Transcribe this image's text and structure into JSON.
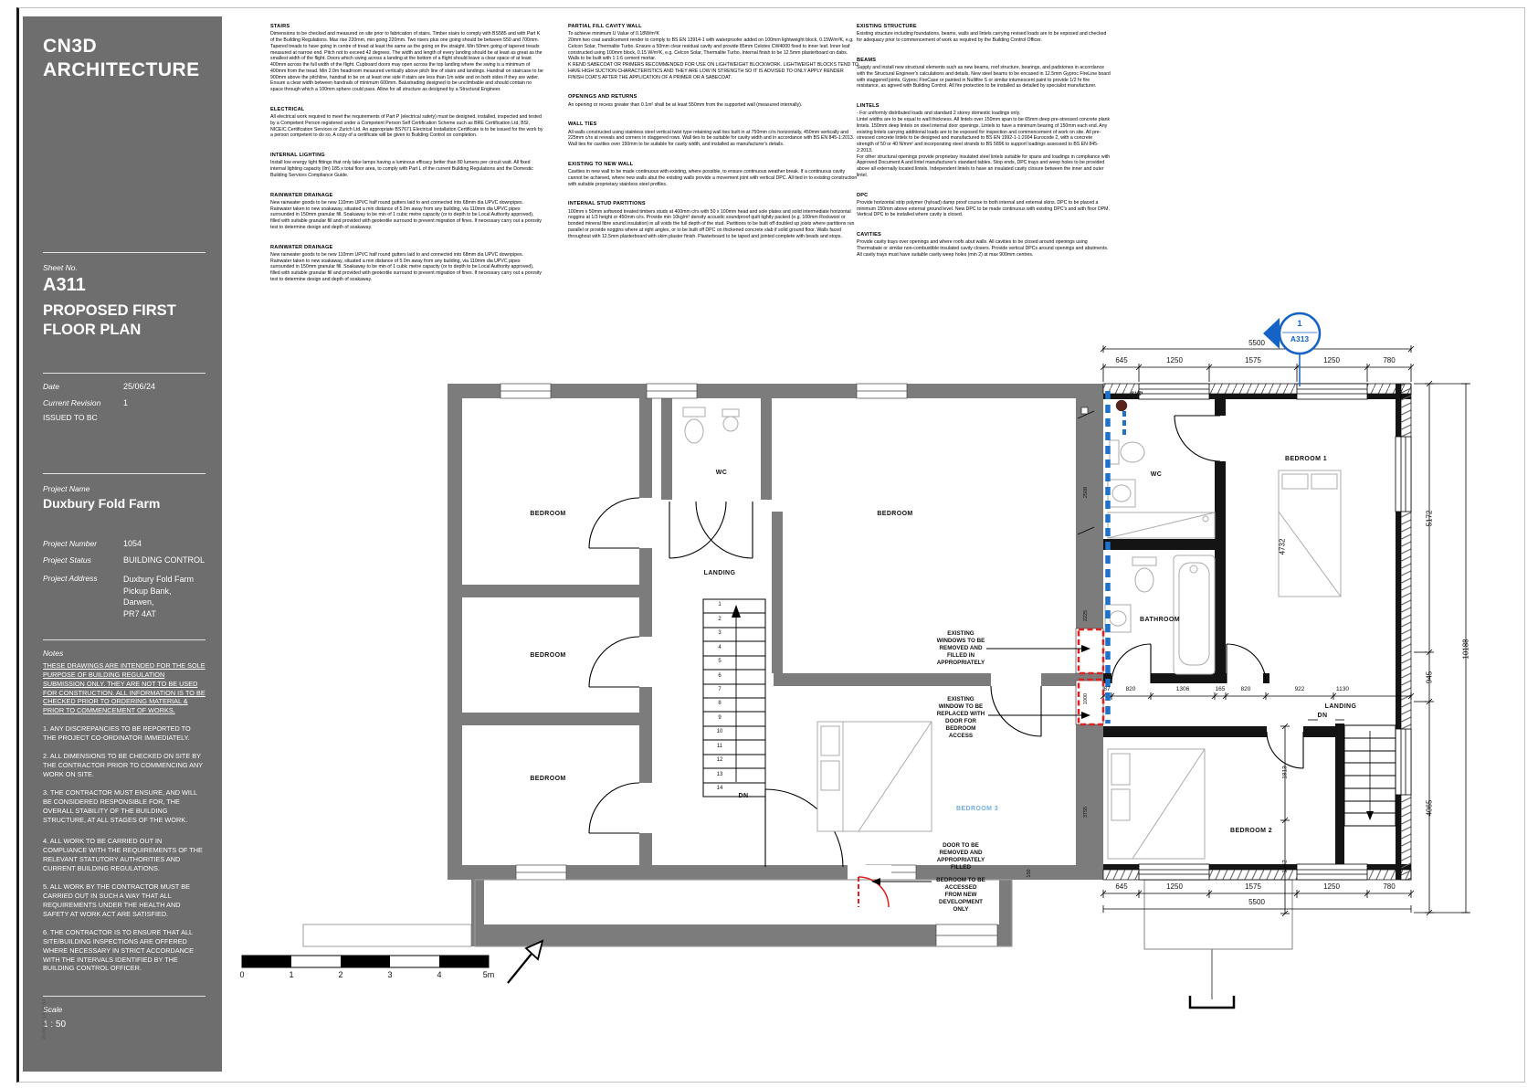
{
  "title_block": {
    "logo_line1": "CN3D",
    "logo_line2": "ARCHITECTURE",
    "sheet_no_label": "Sheet No.",
    "sheet_no": "A311",
    "sheet_title": "PROPOSED FIRST FLOOR PLAN",
    "date_label": "Date",
    "date": "25/06/24",
    "revision_label": "Current Revision",
    "revision": "1",
    "issued_to": "ISSUED TO BC",
    "project_name_label": "Project Name",
    "project_name": "Duxbury Fold Farm",
    "project_number_label": "Project Number",
    "project_number": "1054",
    "project_status_label": "Project Status",
    "project_status": "BUILDING CONTROL",
    "project_address_label": "Project Address",
    "project_address": "Duxbury Fold Farm\nPickup Bank,\nDarwen,\nPR7 4AT",
    "notes_label": "Notes",
    "notes_intro": "THESE DRAWINGS ARE INTENDED FOR THE SOLE PURPOSE OF BUILDING REGULATION SUBMISSION ONLY. THEY ARE NOT TO BE USED FOR CONSTRUCTION. ALL INFORMATION IS TO BE CHECKED PRIOR TO ORDERING MATERIAL & PRIOR TO COMMENCEMENT OF WORKS.",
    "notes": [
      "1. ANY DISCREPANCIES TO BE REPORTED TO THE PROJECT CO-ORDINATOR IMMEDIATELY.",
      "2. ALL DIMENSIONS TO BE CHECKED ON SITE BY THE CONTRACTOR PRIOR TO COMMENCING ANY WORK ON SITE.",
      "3. THE CONTRACTOR MUST ENSURE, AND WILL BE CONSIDERED RESPONSIBLE FOR, THE OVERALL STABILITY OF THE BUILDING STRUCTURE, AT ALL STAGES OF THE WORK.",
      "4. ALL WORK TO BE CARRIED OUT IN COMPLIANCE WITH THE REQUIREMENTS OF THE RELEVANT STATUTORY AUTHORITIES AND CURRENT BUILDING REGULATIONS.",
      "5. ALL WORK BY THE CONTRACTOR MUST BE CARRIED OUT IN SUCH A WAY THAT ALL REQUIREMENTS UNDER THE HEALTH AND SAFETY AT WORK ACT ARE SATISFIED.",
      "6. THE CONTRACTOR IS TO ENSURE THAT ALL SITE/BUILDING INSPECTIONS ARE OFFERED WHERE NECESSARY IN STRICT ACCORDANCE WITH THE INTERVALS IDENTIFIED BY THE BUILDING CONTROL OFFICER."
    ],
    "scale_label": "Scale",
    "scale": "1 : 50",
    "print_stamp": "25/06/24 14:03:54"
  },
  "specs": {
    "col1": [
      {
        "h": "STAIRS",
        "b": "Dimensions to be checked and measured on site prior to fabrication of stairs. Timber stairs to comply with BS585 and with Part K of the Building Regulations. Max rise 220mm, min going 220mm. Two risers plus one going should be between 550 and 700mm. Tapered treads to have going in centre of tread at least the same as the going on the straight. Min 50mm going of tapered treads measured at narrow end. Pitch not to exceed 42 degrees. The width and length of every landing should be at least as great as the smallest width of the flight. Doors which swing across a landing at the bottom of a flight should leave a clear space of at least 400mm across the full width of the flight. Cupboard doors may open across the top landing where the swing is a minimum of 400mm from the tread. Min 2.0m headroom measured vertically above pitch line of stairs and landings. Handrail on staircase to be 900mm above the pitchline, handrail to be on at least one side if stairs are less than 1m wide and on both sides if they are wider. Ensure a clear width between handrails of minimum 600mm. Balustrading designed to be unclimbable and should contain no space through which a 100mm sphere could pass. Allow for all structure as designed by a Structural Engineer."
      },
      {
        "h": "ELECTRICAL",
        "b": "All electrical work required to meet the requirements of Part P (electrical safety) must be designed, installed, inspected and tested by a Competent Person registered under a Competent Person Self Certification Scheme such as BRE Certification Ltd, BSI, NICEIC Certification Services or Zurich Ltd. An appropriate BS7671 Electrical Installation Certificate is to be issued for the work by a person competent to do so. A copy of a certificate will be given to Building Control on completion."
      },
      {
        "h": "INTERNAL LIGHTING",
        "b": "Install low energy light fittings that only take lamps having a luminous efficacy better than 80 lumens per circuit watt. All fixed internal lighting capacity (lm) 185 x total floor area, to comply with Part L of the current Building Regulations and the Domestic Building Services Compliance Guide."
      },
      {
        "h": "RAINWATER DRAINAGE",
        "b": "New rainwater goods to be new 110mm UPVC half round gutters laid to and connected into 68mm dia UPVC downpipes. Rainwater taken to new soakaway, situated a min distance of 5.0m away from any building, via 110mm dia UPVC pipes surrounded in 150mm granular fill. Soakaway to be min of 1 cubic metre capacity (or to depth to be Local Authority approved), filled with suitable granular fill and provided with geotextile surround to prevent migration of fines. If necessary carry out a porosity test to determine design and depth of soakaway."
      },
      {
        "h": "RAINWATER DRAINAGE",
        "b": "New rainwater goods to be new 110mm UPVC half round gutters laid to and connected into 68mm dia UPVC downpipes. Rainwater taken to new soakaway, situated a min distance of 5.0m away from any building, via 110mm dia UPVC pipes surrounded in 150mm granular fill. Soakaway to be min of 1 cubic metre capacity (or to depth to be Local Authority approved), filled with suitable granular fill and provided with geotextile surround to prevent migration of fines. If necessary carry out a porosity test to determine design and depth of soakaway."
      }
    ],
    "col2": [
      {
        "h": "PARTIAL FILL CAVITY WALL",
        "b": "To achieve minimum U Value of 0.18W/m²K\n20mm two coat sand/cement render to comply to BS EN 13914-1 with waterproofer added on 100mm lightweight block, 0.15W/m²K, e.g. Celcon Solar, Thermalite Turbo. Ensure a 50mm clear residual cavity and provide 85mm Celotex CW4000 fixed to inner leaf. Inner leaf constructed using 100mm block, 0.15 W/m²K, e.g. Celcon Solar, Thermalite Turbo. Internal finish to be 12.5mm plasterboard on dabs. Walls to be built with 1:1:6 cement mortar.\nK REND SABECOAT OR PRIMERS RECOMMENDED FOR USE ON LIGHTWEIGHT BLOCKWORK. LIGHTWEIGHT BLOCKS TEND TO HAVE HIGH SUCTION CHARACTERISTICS AND THEY ARE LOW IN STRENGTH SO IT IS ADVISED TO ONLY APPLY RENDER FINISH COATS AFTER THE APPLICATION OF A PRIMER OR A SABECOAT."
      },
      {
        "h": "OPENINGS AND RETURNS",
        "b": "An opening or recess greater than 0.1m² shall be at least 550mm from the supported wall (measured internally)."
      },
      {
        "h": "WALL TIES",
        "b": "All walls constructed using stainless steel vertical twist type retaining wall ties built in at 750mm c/rs horizontally, 450mm vertically and 225mm c/rs at reveals and corners in staggered rows. Wall ties to be suitable for cavity width and in accordance with BS EN 845-1:2013.\nWall ties for cavities over 150mm to be suitable for cavity width, and installed as manufacturer's details."
      },
      {
        "h": "EXISTING TO NEW WALL",
        "b": "Cavities in new wall to be made continuous with existing, where possible, to ensure continuous weather break. If a continuous cavity cannot be achieved, where new walls abut the existing walls provide a movement joint with vertical DPC. All tied in to existing construction with suitable proprietary stainless steel profiles."
      },
      {
        "h": "INTERNAL STUD PARTITIONS",
        "b": "100mm x 50mm softwood treated timbers studs at 400mm c/rs with 50 x 100mm head and sole plates and solid intermediate horizontal noggins at 1/3 height or 450mm c/rs. Provide min 10kg/m³ density acoustic soundproof quilt tightly packed (e.g. 100mm Rockwool or bonded mineral fibre sound insulation) in all voids the full depth of the stud. Partitions to be built off doubled up joists where partitions run parallel or provide noggins where at right angles, or to be built off DPC on thickened concrete slab if solid ground floor. Walls faced throughout with 12.5mm plasterboard with skim plaster finish. Plasterboard to be taped and jointed complete with beads and stops."
      }
    ],
    "col3": [
      {
        "h": "EXISTING STRUCTURE",
        "b": "Existing structure including foundations, beams, walls and lintels carrying revised loads are to be exposed and checked for adequacy prior to commencement of work as required by the Building Control Officer."
      },
      {
        "h": "BEAMS",
        "b": "Supply and install new structural elements such as new beams, roof structure, bearings, and padstones in accordance with the Structural Engineer's calculations and details. New steel beams to be encased in 12.5mm Gyproc FireLine board with staggered joints, Gyproc FireCase or painted in Nullifire S or similar intumescent paint to provide 1/2 hr fire resistance, as agreed with Building Control. All fire protection to be installed as detailed by specialist manufacturer."
      },
      {
        "h": "LINTELS",
        "b": "- For uniformly distributed loads and standard 2 storey domestic loadings only.\nLintel widths are to be equal to wall thickness. All lintels over 150mm span to be 65mm deep pre-stressed concrete plank lintels. 150mm deep lintels on steel internal door openings. Lintels to have a minimum bearing of 150mm each end. Any existing lintels carrying additional loads are to be exposed for inspection and commencement of work on site. All pre-stressed concrete lintels to be designed and manufactured to BS EN 1992-1-1:2004 Eurocode 2, with a concrete strength of 50 or 40 N/mm² and incorporating steel strands to BS 5896 to support loadings assessed to BS EN 845-2:2013.\nFor other structural openings provide proprietary insulated steel lintels suitable for spans and loadings in compliance with Approved Document A and lintel manufacturer's standard tables. Stop ends, DPC trays and weep holes to be provided above all externally located lintels. Independent lintels to have an insulated cavity closure between the inner and outer lintel."
      },
      {
        "h": "DPC",
        "b": "Provide horizontal strip polymer (hyload) damp proof course to both internal and external skins. DPC to be placed a minimum 150mm above external ground level. New DPC to be made continuous with existing DPC's and with floor DPM. Vertical DPC to be installed where cavity is closed."
      },
      {
        "h": "CAVITIES",
        "b": "Provide cavity trays over openings and where roofs abut walls. All cavities to be closed around openings using Thermabate or similar non-combustible insulated cavity closers. Provide vertical DPCs around openings and abutments. All cavity trays must have suitable cavity weep holes (min 2) at max 900mm centres."
      }
    ]
  },
  "plan": {
    "rooms": {
      "bedroom_tl": "BEDROOM",
      "wc_left": "WC",
      "bedroom_tr": "BEDROOM",
      "landing_left": "LANDING",
      "bedroom_ml": "BEDROOM",
      "bedroom_bl": "BEDROOM",
      "dn_left": "DN",
      "wc_right": "WC",
      "bedroom1": "BEDROOM 1",
      "bathroom": "BATHROOM",
      "landing_right": "LANDING",
      "dn_right": "DN",
      "bedroom2": "BEDROOM 2",
      "bedroom3": "BEDROOM 3",
      "svp": "SVP"
    },
    "annotations": {
      "windows_removed": "EXISTING\nWINDOWS TO BE\nREMOVED AND\nFILLED IN\nAPPROPRIATELY",
      "window_replaced": "EXISTING\nWINDOW TO BE\nREPLACED WITH\nDOOR FOR\nBEDROOM\nACCESS",
      "door_removed": "DOOR TO BE\nREMOVED AND\nAPPROPRIATELY\nFILLED",
      "bedroom_access": "BEDROOM TO BE\nACCESSED\nFROM NEW\nDEVELOPMENT\nONLY"
    },
    "dims": {
      "top_overall": "5500",
      "top": [
        "645",
        "1250",
        "1575",
        "1250",
        "780"
      ],
      "bottom": [
        "645",
        "1250",
        "1575",
        "1250",
        "780"
      ],
      "bottom_overall": "5500",
      "right": [
        "5172",
        "945",
        "4065"
      ],
      "right_overall": "10188",
      "corridor": [
        "87",
        "820",
        "1306",
        "165",
        "820",
        "922",
        "1130"
      ],
      "stair_side": [
        "1813",
        "1942"
      ],
      "party": [
        "2508",
        "2225",
        "1000",
        "3755"
      ],
      "bed1": "4732",
      "bottom_wall": "150"
    },
    "stair_numbers": [
      "1",
      "2",
      "3",
      "4",
      "5",
      "6",
      "7",
      "8",
      "9",
      "10",
      "11",
      "12",
      "13",
      "14"
    ],
    "section_marker": {
      "number": "1",
      "sheet": "A313"
    },
    "scalebar": [
      "0",
      "1",
      "2",
      "3",
      "4",
      "5m"
    ],
    "colors": {
      "existing_wall": "#7c7c7c",
      "new_wall": "#141414",
      "marker_blue": "#1663c7",
      "proposed_blue": "#1d72cc",
      "demolition_red": "#e02020",
      "bedroom3_blue": "#74aede"
    }
  }
}
